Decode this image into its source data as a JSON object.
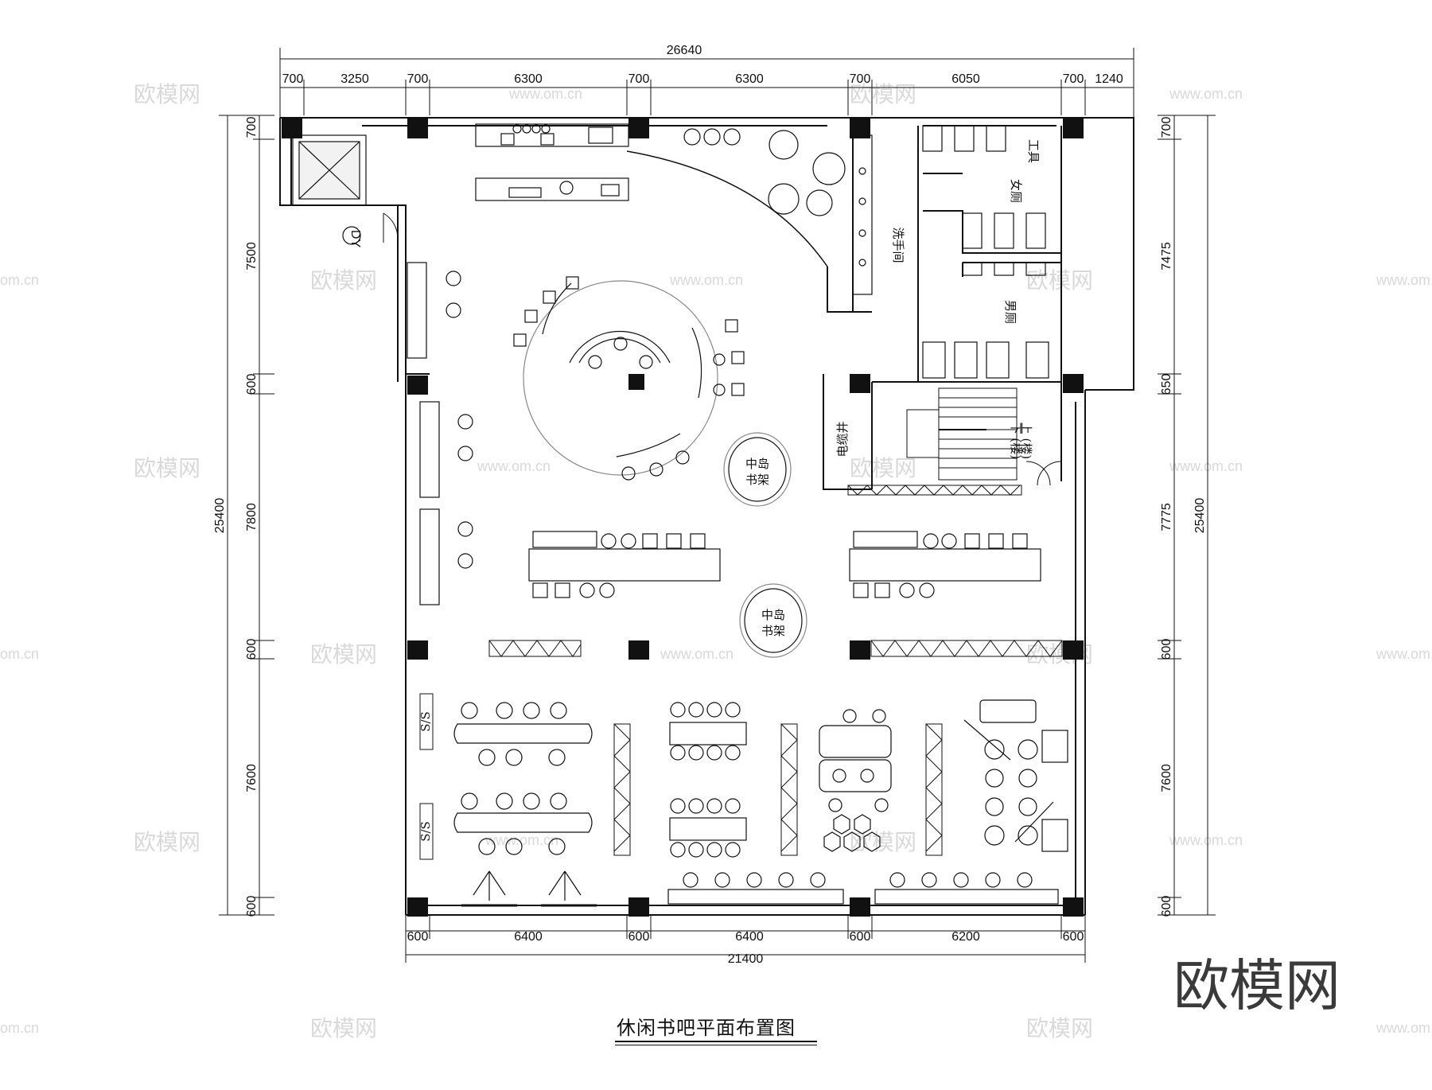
{
  "title": "休闲书吧平面布置图",
  "logo_text": "欧模网",
  "watermark": {
    "text": "欧模网",
    "url": "www.om.cn",
    "url_partial": "om.cn"
  },
  "dims": {
    "top_total": "26640",
    "top": [
      "700",
      "3250",
      "700",
      "6300",
      "700",
      "6300",
      "700",
      "6050",
      "700",
      "1240"
    ],
    "bottom_total": "21400",
    "bottom": [
      "600",
      "6400",
      "600",
      "6400",
      "600",
      "6200",
      "600"
    ],
    "left_total": "25400",
    "left": [
      "700",
      "7500",
      "600",
      "7800",
      "600",
      "7600",
      "600"
    ],
    "right_total": "25400",
    "right": [
      "700",
      "7475",
      "650",
      "7775",
      "600",
      "7600",
      "600"
    ]
  },
  "rooms": {
    "womens_wc": "女厕",
    "mens_wc": "男厕",
    "washroom": "洗手间",
    "tool": "工具",
    "cable_shaft": "电缆井",
    "island_shelf_line1": "中岛",
    "island_shelf_line2": "书架",
    "stair_up": "上 (楼)",
    "stair_down": "下 (楼)",
    "ss": "S/S",
    "dy": "DY"
  }
}
